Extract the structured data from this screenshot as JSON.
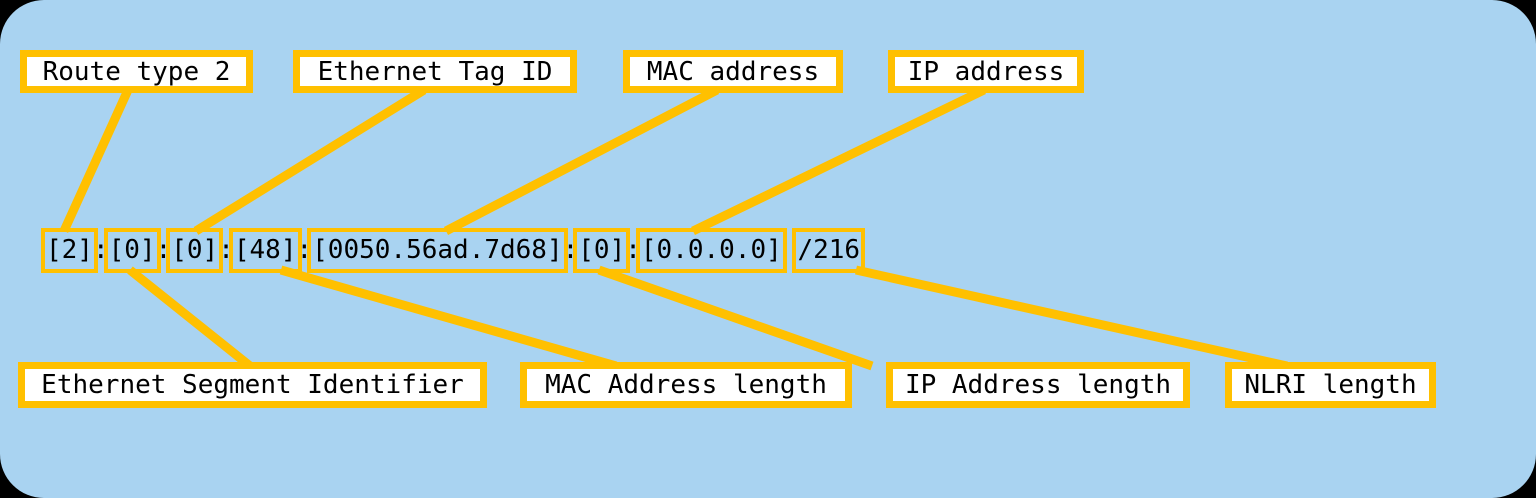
{
  "colors": {
    "bg": "#A9D3F1",
    "accent": "#FFC000",
    "label_fill": "#FFFFFF",
    "text": "#000000",
    "outer": "#000000"
  },
  "top_labels": [
    {
      "id": "route-type",
      "text": "Route type 2"
    },
    {
      "id": "ethernet-tag-id",
      "text": "Ethernet Tag ID"
    },
    {
      "id": "mac-address",
      "text": "MAC address"
    },
    {
      "id": "ip-address",
      "text": "IP address"
    }
  ],
  "bottom_labels": [
    {
      "id": "ethernet-segment-identifier",
      "text": "Ethernet Segment Identifier"
    },
    {
      "id": "mac-address-length",
      "text": "MAC Address length"
    },
    {
      "id": "ip-address-length",
      "text": "IP Address length"
    },
    {
      "id": "nlri-length",
      "text": "NLRI length"
    }
  ],
  "route_string": {
    "full_text": "[2]:[0]:[0]:[48]:[0050.56ad.7d68]:[0]:[0.0.0.0] /216",
    "parts": [
      {
        "type": "seg",
        "field": "route-type",
        "text": "[2]"
      },
      {
        "type": "sep",
        "text": ":"
      },
      {
        "type": "seg",
        "field": "ethernet-segment-identifier",
        "text": "[0]"
      },
      {
        "type": "sep",
        "text": ":"
      },
      {
        "type": "seg",
        "field": "ethernet-tag-id",
        "text": "[0]"
      },
      {
        "type": "sep",
        "text": ":"
      },
      {
        "type": "seg",
        "field": "mac-address-length",
        "text": "[48]"
      },
      {
        "type": "sep",
        "text": ":"
      },
      {
        "type": "seg",
        "field": "mac-address",
        "text": "[0050.56ad.7d68]"
      },
      {
        "type": "sep",
        "text": ":"
      },
      {
        "type": "seg",
        "field": "ip-address-length",
        "text": "[0]"
      },
      {
        "type": "sep",
        "text": ":"
      },
      {
        "type": "seg",
        "field": "ip-address",
        "text": "[0.0.0.0]"
      },
      {
        "type": "sep",
        "text": " "
      },
      {
        "type": "seg",
        "field": "nlri-length",
        "text": "/216"
      }
    ]
  }
}
